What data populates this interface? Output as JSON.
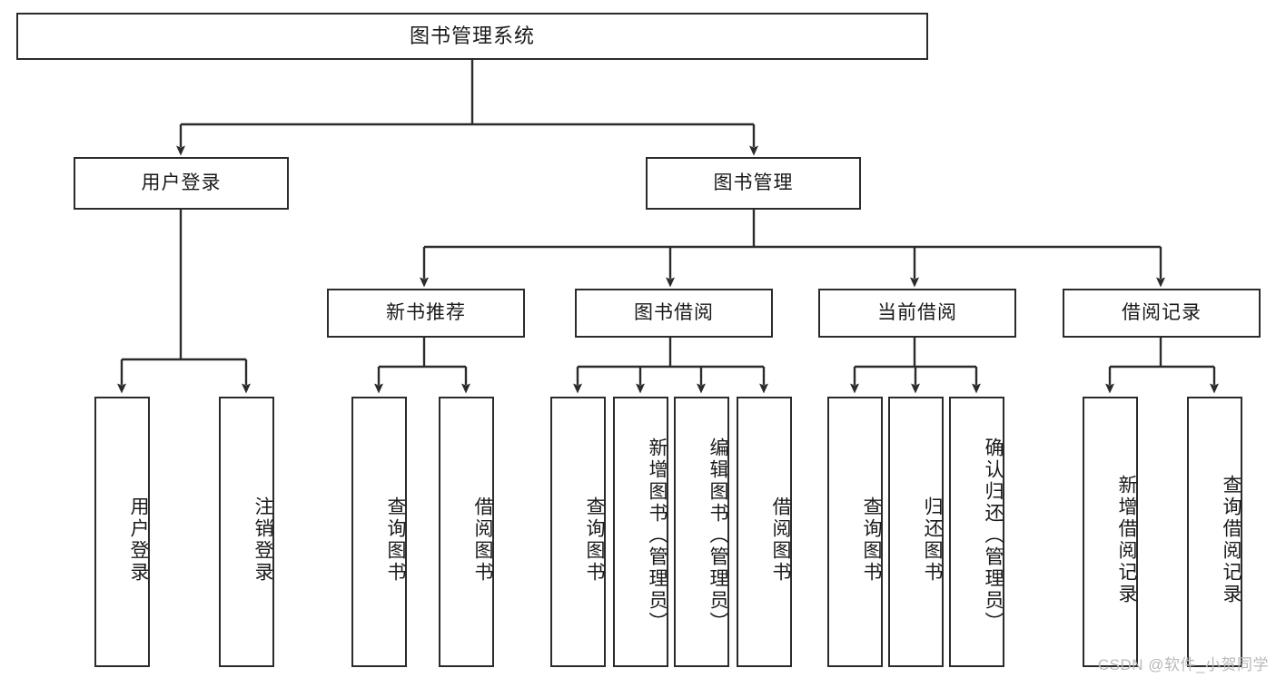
{
  "diagram": {
    "title": "图书管理系统",
    "type": "hierarchy-tree",
    "root": {
      "id": "root",
      "label": "图书管理系统"
    },
    "level1": [
      {
        "id": "user-login",
        "label": "用户登录"
      },
      {
        "id": "book-manage",
        "label": "图书管理"
      }
    ],
    "level2": [
      {
        "id": "new-book-recommend",
        "label": "新书推荐"
      },
      {
        "id": "book-borrow",
        "label": "图书借阅"
      },
      {
        "id": "current-borrow",
        "label": "当前借阅"
      },
      {
        "id": "borrow-record",
        "label": "借阅记录"
      }
    ],
    "leaves": [
      {
        "id": "leaf-user-login",
        "label": "用户登录",
        "parent": "user-login"
      },
      {
        "id": "leaf-logout-login",
        "label": "注销登录",
        "parent": "user-login"
      },
      {
        "id": "leaf-query-book-1",
        "label": "查询图书",
        "parent": "new-book-recommend"
      },
      {
        "id": "leaf-borrow-book-1",
        "label": "借阅图书",
        "parent": "new-book-recommend"
      },
      {
        "id": "leaf-query-book-2",
        "label": "查询图书",
        "parent": "book-borrow"
      },
      {
        "id": "leaf-add-book",
        "label": "新增图书（管理员）",
        "parent": "book-borrow"
      },
      {
        "id": "leaf-edit-book",
        "label": "编辑图书（管理员）",
        "parent": "book-borrow"
      },
      {
        "id": "leaf-borrow-book-2",
        "label": "借阅图书",
        "parent": "book-borrow"
      },
      {
        "id": "leaf-query-book-3",
        "label": "查询图书",
        "parent": "current-borrow"
      },
      {
        "id": "leaf-return-book",
        "label": "归还图书",
        "parent": "current-borrow"
      },
      {
        "id": "leaf-confirm-return",
        "label": "确认归还（管理员）",
        "parent": "current-borrow"
      },
      {
        "id": "leaf-add-record",
        "label": "新增借阅记录",
        "parent": "borrow-record"
      },
      {
        "id": "leaf-query-record",
        "label": "查询借阅记录",
        "parent": "borrow-record"
      }
    ]
  },
  "watermark": {
    "text": "CSDN @软件_小贺同学"
  },
  "colors": {
    "stroke": "#2b2b2b",
    "background": "#ffffff",
    "text": "#1a1a1a",
    "watermark": "#b9b9b9"
  }
}
